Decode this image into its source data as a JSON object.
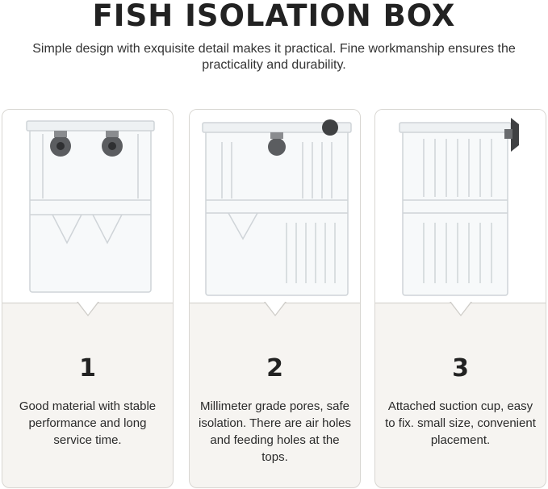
{
  "title": "FISH ISOLATION BOX",
  "subtitle": "Simple design with exquisite detail makes it practical. Fine workmanship ensures the practicality and durability.",
  "cards": [
    {
      "number": "1",
      "text": "Good material with stable performance and long service time."
    },
    {
      "number": "2",
      "text": "Millimeter grade pores, safe isolation. There are air holes and feeding holes at the tops."
    },
    {
      "number": "3",
      "text": "Attached suction cup, easy to fix. small size, convenient placement."
    }
  ]
}
